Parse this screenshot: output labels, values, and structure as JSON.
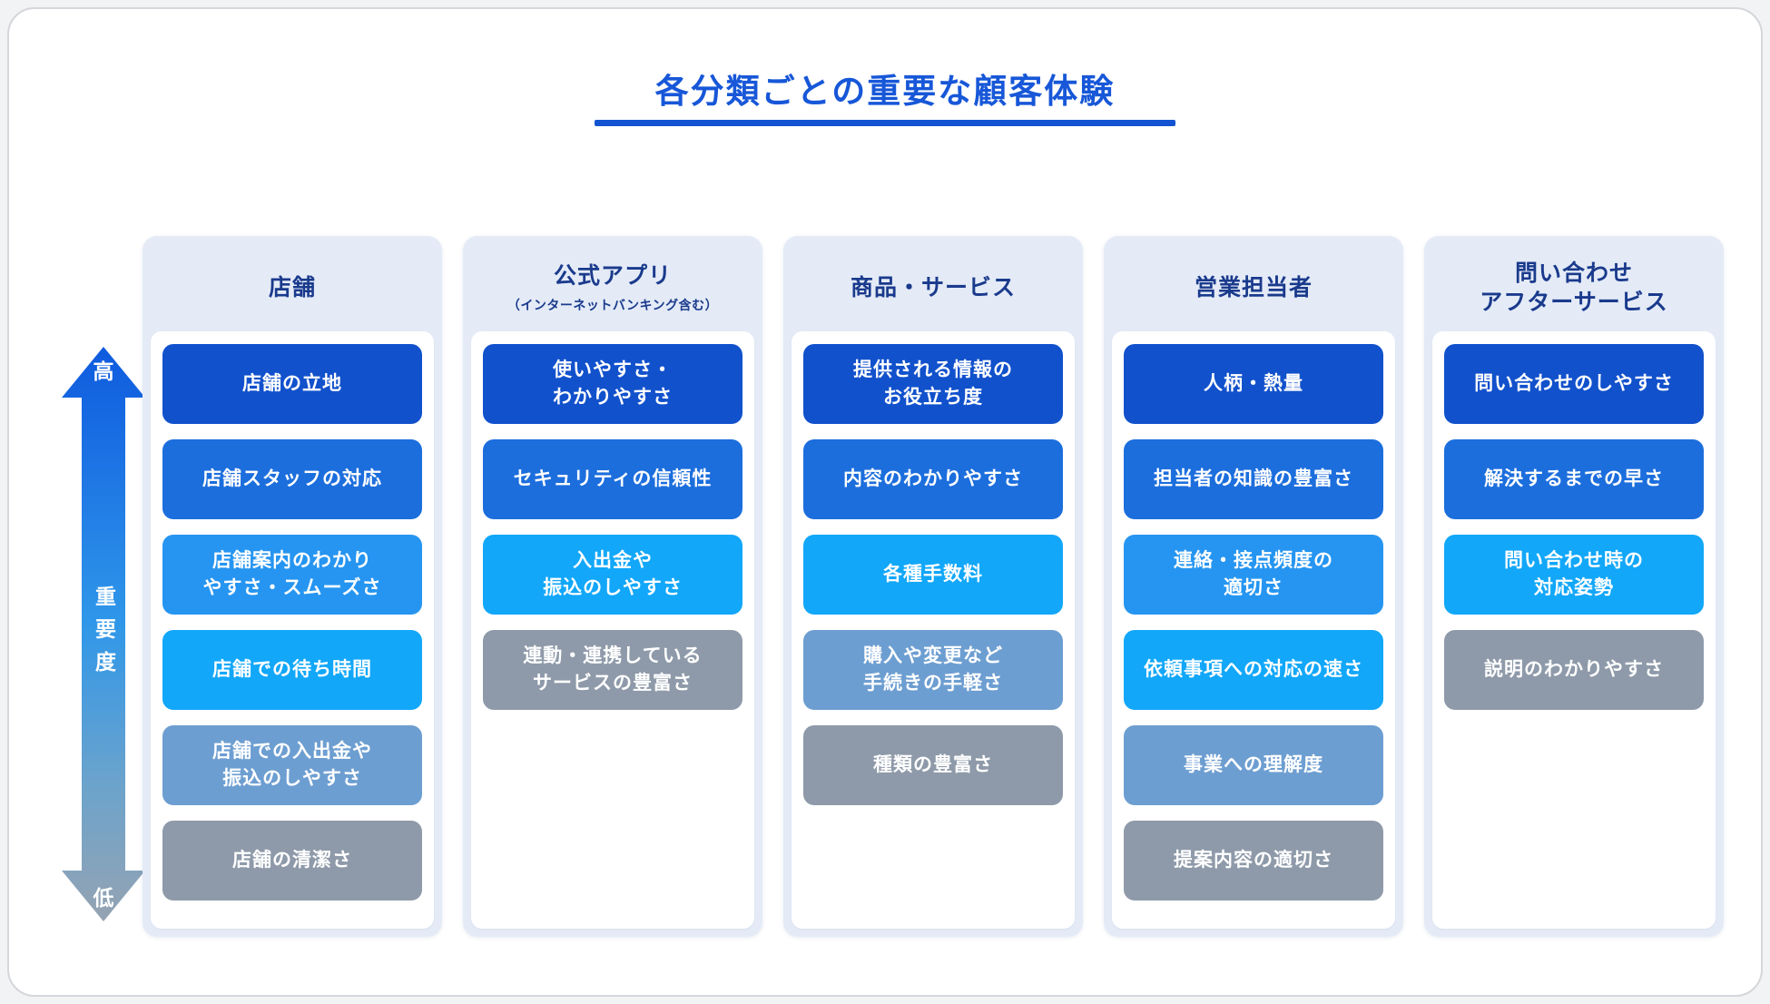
{
  "title": {
    "text": "各分類ごとの重要な顧客体験"
  },
  "axis": {
    "high": "高",
    "label": "重要度",
    "low": "低"
  },
  "colors": {
    "title_text": "#1757d8",
    "title_underline": "#1254d2",
    "column_header_bg": "#e4ebf7",
    "column_header_text": "#1a3a8c",
    "arrow_gradient_top": "#0e5bde",
    "arrow_gradient_middle": "#2f97e9",
    "arrow_gradient_bottom": "#95a3b2",
    "levels": {
      "1": "#1151cc",
      "2": "#1c6edd",
      "3": "#2695f1",
      "4": "#12a7f9",
      "5": "#6d9ed1",
      "6": "#8e9aa9"
    }
  },
  "columns": [
    {
      "header": "店舗",
      "subheader": "",
      "items": [
        {
          "label": "店舗の立地",
          "level": "1"
        },
        {
          "label": "店舗スタッフの対応",
          "level": "2"
        },
        {
          "label": "店舗案内のわかり\nやすさ・スムーズさ",
          "level": "3"
        },
        {
          "label": "店舗での待ち時間",
          "level": "4"
        },
        {
          "label": "店舗での入出金や\n振込のしやすさ",
          "level": "5"
        },
        {
          "label": "店舗の清潔さ",
          "level": "6"
        }
      ]
    },
    {
      "header": "公式アプリ",
      "subheader": "（インターネットバンキング含む）",
      "items": [
        {
          "label": "使いやすさ・\nわかりやすさ",
          "level": "1"
        },
        {
          "label": "セキュリティの信頼性",
          "level": "2"
        },
        {
          "label": "入出金や\n振込のしやすさ",
          "level": "4"
        },
        {
          "label": "連動・連携している\nサービスの豊富さ",
          "level": "6"
        }
      ]
    },
    {
      "header": "商品・サービス",
      "subheader": "",
      "items": [
        {
          "label": "提供される情報の\nお役立ち度",
          "level": "1"
        },
        {
          "label": "内容のわかりやすさ",
          "level": "2"
        },
        {
          "label": "各種手数料",
          "level": "4"
        },
        {
          "label": "購入や変更など\n手続きの手軽さ",
          "level": "5"
        },
        {
          "label": "種類の豊富さ",
          "level": "6"
        }
      ]
    },
    {
      "header": "営業担当者",
      "subheader": "",
      "items": [
        {
          "label": "人柄・熱量",
          "level": "1"
        },
        {
          "label": "担当者の知識の豊富さ",
          "level": "2"
        },
        {
          "label": "連絡・接点頻度の\n適切さ",
          "level": "3"
        },
        {
          "label": "依頼事項への対応の速さ",
          "level": "4"
        },
        {
          "label": "事業への理解度",
          "level": "5"
        },
        {
          "label": "提案内容の適切さ",
          "level": "6"
        }
      ]
    },
    {
      "header": "問い合わせ\nアフターサービス",
      "subheader": "",
      "items": [
        {
          "label": "問い合わせのしやすさ",
          "level": "1"
        },
        {
          "label": "解決するまでの早さ",
          "level": "2"
        },
        {
          "label": "問い合わせ時の\n対応姿勢",
          "level": "4"
        },
        {
          "label": "説明のわかりやすさ",
          "level": "6"
        }
      ]
    }
  ]
}
